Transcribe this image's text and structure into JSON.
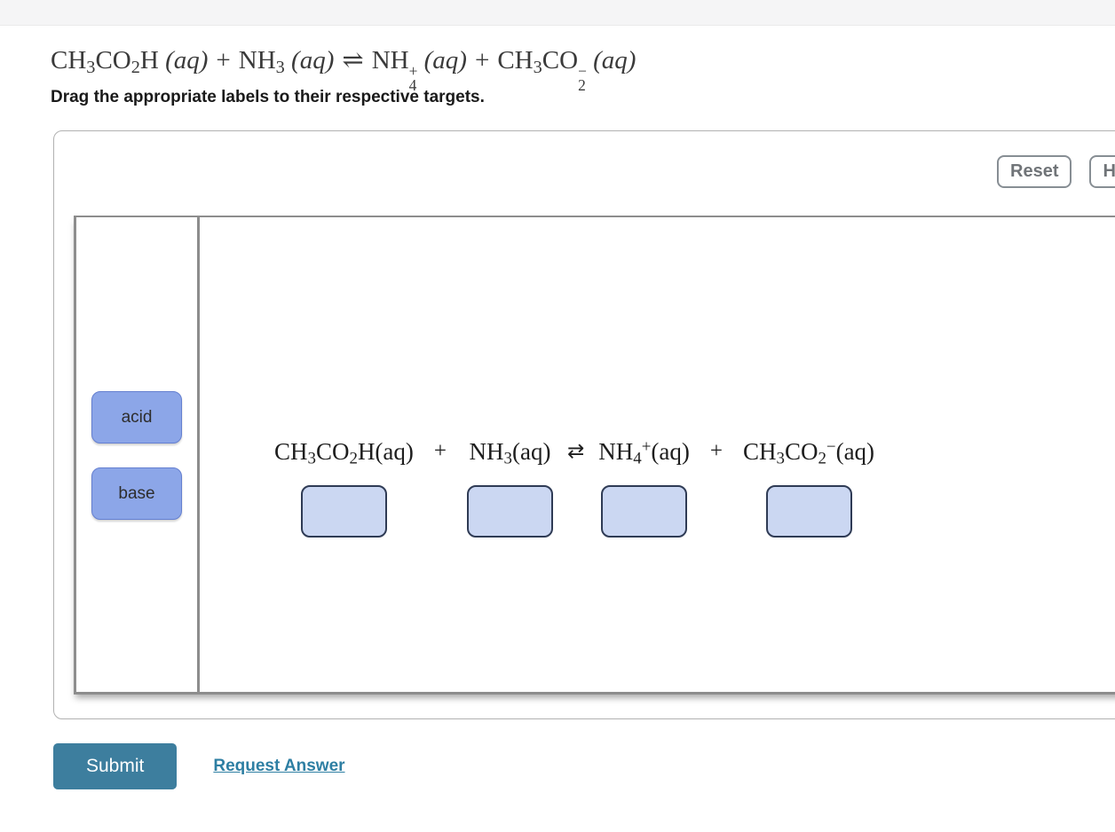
{
  "problem": {
    "equation_segments": [
      {
        "t": "n",
        "v": "CH"
      },
      {
        "t": "sub",
        "v": "3"
      },
      {
        "t": "n",
        "v": "CO"
      },
      {
        "t": "sub",
        "v": "2"
      },
      {
        "t": "n",
        "v": "H "
      },
      {
        "t": "i",
        "v": "(aq)"
      },
      {
        "t": "o",
        "v": "+"
      },
      {
        "t": "n",
        "v": "NH"
      },
      {
        "t": "sub",
        "v": "3"
      },
      {
        "t": "n",
        "v": " "
      },
      {
        "t": "i",
        "v": "(aq)"
      },
      {
        "t": "o",
        "v": "⇌"
      },
      {
        "t": "n",
        "v": "NH"
      },
      {
        "t": "stk",
        "sup": "+",
        "sub": "4"
      },
      {
        "t": "n",
        "v": " "
      },
      {
        "t": "i",
        "v": "(aq)"
      },
      {
        "t": "o",
        "v": "+"
      },
      {
        "t": "n",
        "v": "CH"
      },
      {
        "t": "sub",
        "v": "3"
      },
      {
        "t": "n",
        "v": "CO"
      },
      {
        "t": "stk",
        "sup": "−",
        "sub": "2"
      },
      {
        "t": "n",
        "v": " "
      },
      {
        "t": "i",
        "v": "(aq)"
      }
    ],
    "instruction": "Drag the appropriate labels to their respective targets."
  },
  "toolbar": {
    "reset_label": "Reset",
    "help_label": "H"
  },
  "label_bank": {
    "labels": [
      {
        "label": "acid"
      },
      {
        "label": "base"
      }
    ]
  },
  "reaction": {
    "terms": [
      {
        "segments": [
          {
            "t": "n",
            "v": "CH"
          },
          {
            "t": "sub",
            "v": "3"
          },
          {
            "t": "n",
            "v": "CO"
          },
          {
            "t": "sub",
            "v": "2"
          },
          {
            "t": "n",
            "v": "H(aq)"
          }
        ]
      },
      {
        "segments": [
          {
            "t": "n",
            "v": "NH"
          },
          {
            "t": "sub",
            "v": "3"
          },
          {
            "t": "n",
            "v": "(aq)"
          }
        ]
      },
      {
        "segments": [
          {
            "t": "n",
            "v": "NH"
          },
          {
            "t": "sub",
            "v": "4"
          },
          {
            "t": "sup",
            "v": "+"
          },
          {
            "t": "n",
            "v": "(aq)"
          }
        ]
      },
      {
        "segments": [
          {
            "t": "n",
            "v": "CH"
          },
          {
            "t": "sub",
            "v": "3"
          },
          {
            "t": "n",
            "v": "CO"
          },
          {
            "t": "sub",
            "v": "2"
          },
          {
            "t": "sup",
            "v": "−"
          },
          {
            "t": "n",
            "v": "(aq)"
          }
        ]
      }
    ],
    "operators": [
      "+",
      "⇄",
      "+"
    ],
    "targets_count": 4
  },
  "footer": {
    "submit_label": "Submit",
    "request_answer_label": "Request Answer"
  },
  "colors": {
    "submit_bg": "#3D7E9E",
    "link_teal": "#2E7FA3",
    "drag_label_bg": "#8CA6E8",
    "drag_label_border": "#647FD0",
    "target_bg": "#CBD7F2",
    "target_border": "#2F3B55",
    "panel_border": "#B1B1B1",
    "dnd_border": "#8D8D8D"
  }
}
